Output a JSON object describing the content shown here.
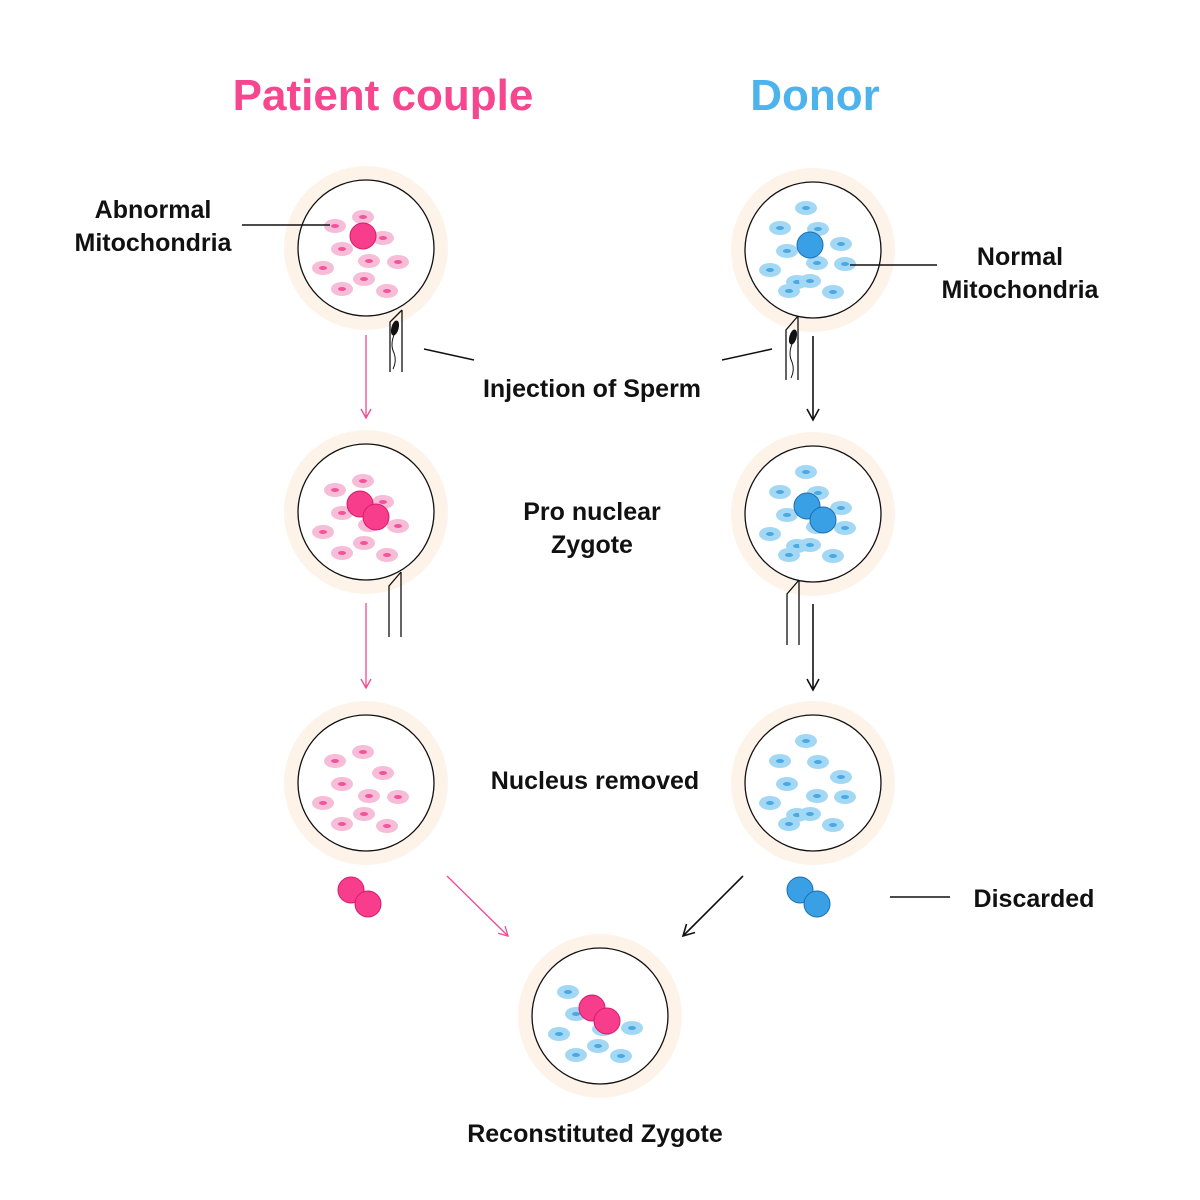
{
  "titles": {
    "patient": "Patient couple",
    "donor": "Donor"
  },
  "labels": {
    "abnormal_1": "Abnormal",
    "abnormal_2": "Mitochondria",
    "normal_1": "Normal",
    "normal_2": "Mitochondria",
    "injection": "Injection of Sperm",
    "pronuclear_1": "Pro nuclear",
    "pronuclear_2": "Zygote",
    "nucleus_removed": "Nucleus removed",
    "discarded": "Discarded",
    "reconstituted": "Reconstituted Zygote"
  },
  "colors": {
    "patient": "#f5468f",
    "donor": "#4db3ec",
    "pink_mito": "#f7bcd7",
    "pink_mito_core": "#f2549a",
    "blue_mito": "#a3d8f5",
    "blue_mito_core": "#4aa8e4",
    "halo": "#fdf3e9",
    "nucleus_pink": "#f73d8c",
    "nucleus_blue": "#3aa0e6"
  }
}
